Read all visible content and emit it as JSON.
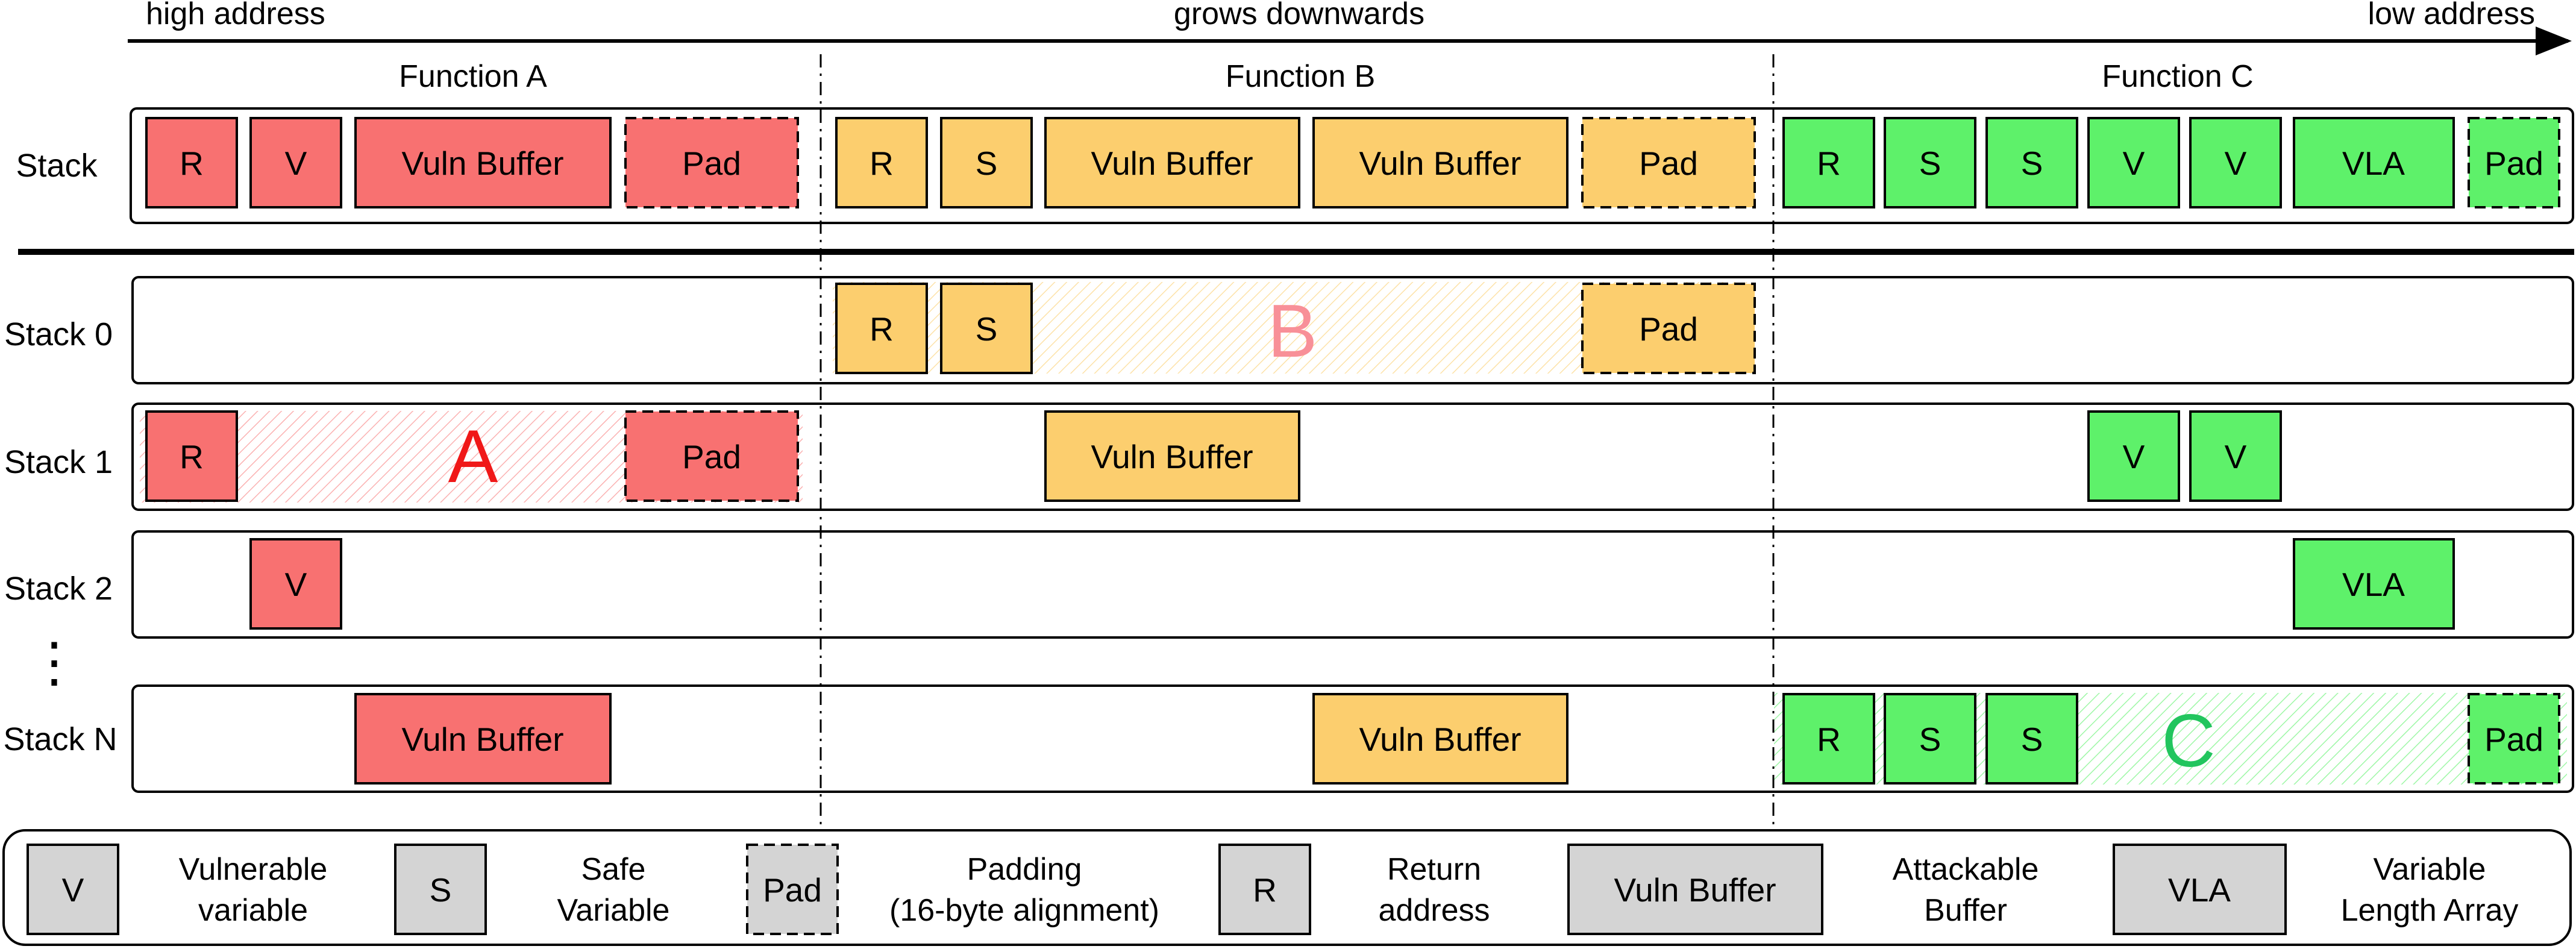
{
  "colors": {
    "red": "#F87171",
    "yellow": "#FCCE6E",
    "green": "#5EF16A",
    "gray": "#D4D4D4",
    "label_a": "#F01818",
    "label_b": "#F89098",
    "label_c": "#22C55E"
  },
  "header": {
    "left": "high address",
    "center": "grows downwards",
    "right": "low address"
  },
  "functions": [
    "Function A",
    "Function B",
    "Function C"
  ],
  "row_labels": [
    "Stack",
    "Stack 0",
    "Stack 1",
    "Stack 2",
    "Stack N"
  ],
  "ellipsis": "⋮",
  "big_labels": [
    "A",
    "B",
    "C"
  ],
  "legend": {
    "v_box": "V",
    "v_text_1": "Vulnerable",
    "v_text_2": "variable",
    "s_box": "S",
    "s_text_1": "Safe",
    "s_text_2": "Variable",
    "pad_box": "Pad",
    "pad_text_1": "Padding",
    "pad_text_2": "(16-byte alignment)",
    "r_box": "R",
    "r_text_1": "Return",
    "r_text_2": "address",
    "vb_box": "Vuln Buffer",
    "vb_text_1": "Attackable",
    "vb_text_2": "Buffer",
    "vla_box": "VLA",
    "vla_text_1": "Variable",
    "vla_text_2": "Length Array"
  },
  "stack": {
    "a": [
      "R",
      "V",
      "Vuln Buffer",
      "Pad"
    ],
    "b": [
      "R",
      "S",
      "Vuln Buffer",
      "Vuln Buffer",
      "Pad"
    ],
    "c": [
      "R",
      "S",
      "S",
      "V",
      "V",
      "VLA",
      "Pad"
    ]
  },
  "stack0": {
    "b": [
      "R",
      "S",
      "Pad"
    ]
  },
  "stack1": {
    "a": [
      "R",
      "Pad"
    ],
    "b": [
      "Vuln Buffer"
    ],
    "c": [
      "V",
      "V"
    ]
  },
  "stack2": {
    "a": [
      "V"
    ],
    "c": [
      "VLA"
    ]
  },
  "stackN": {
    "a": [
      "Vuln Buffer"
    ],
    "b": [
      "Vuln Buffer"
    ],
    "c": [
      "R",
      "S",
      "S",
      "Pad"
    ]
  }
}
